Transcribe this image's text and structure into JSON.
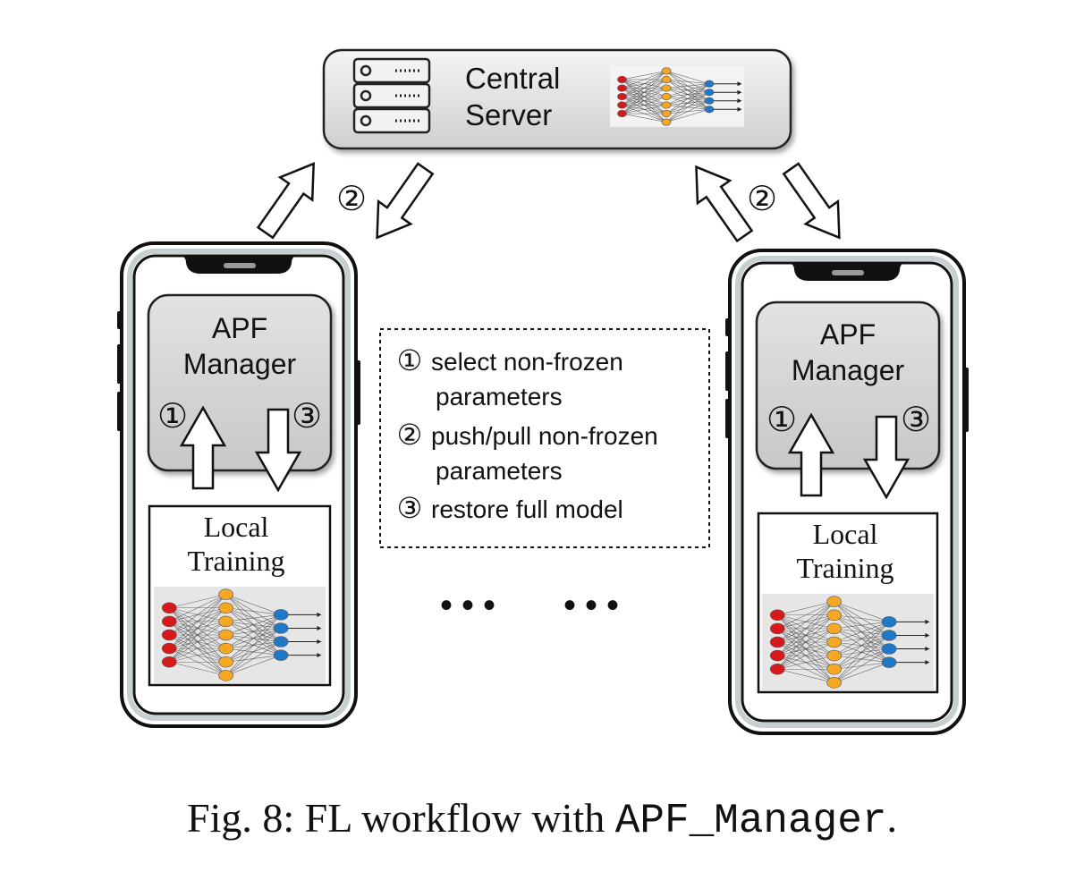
{
  "server": {
    "label_line1": "Central",
    "label_line2": "Server"
  },
  "devices": [
    {
      "manager_line1": "APF",
      "manager_line2": "Manager",
      "step_up": "①",
      "step_down": "③",
      "training_line1": "Local",
      "training_line2": "Training"
    },
    {
      "manager_line1": "APF",
      "manager_line2": "Manager",
      "step_up": "①",
      "step_down": "③",
      "training_line1": "Local",
      "training_line2": "Training"
    }
  ],
  "comm_steps": {
    "left": "②",
    "right": "②"
  },
  "legend": {
    "items": [
      {
        "marker": "①",
        "line1": "select non-frozen",
        "line2": "parameters"
      },
      {
        "marker": "②",
        "line1": "push/pull non-frozen",
        "line2": "parameters"
      },
      {
        "marker": "③",
        "line1": "restore full model"
      }
    ]
  },
  "ellipsis": [
    "•••",
    "•••"
  ],
  "caption": {
    "prefix": "Fig. 8: FL workflow with ",
    "code": "APF_Manager",
    "suffix": "."
  },
  "colors": {
    "input_node": "#d7191c",
    "hidden_node": "#f5a623",
    "output_node": "#1f78c8",
    "panel": "#d9d9d9",
    "nn_background": "#e6e6e6"
  }
}
